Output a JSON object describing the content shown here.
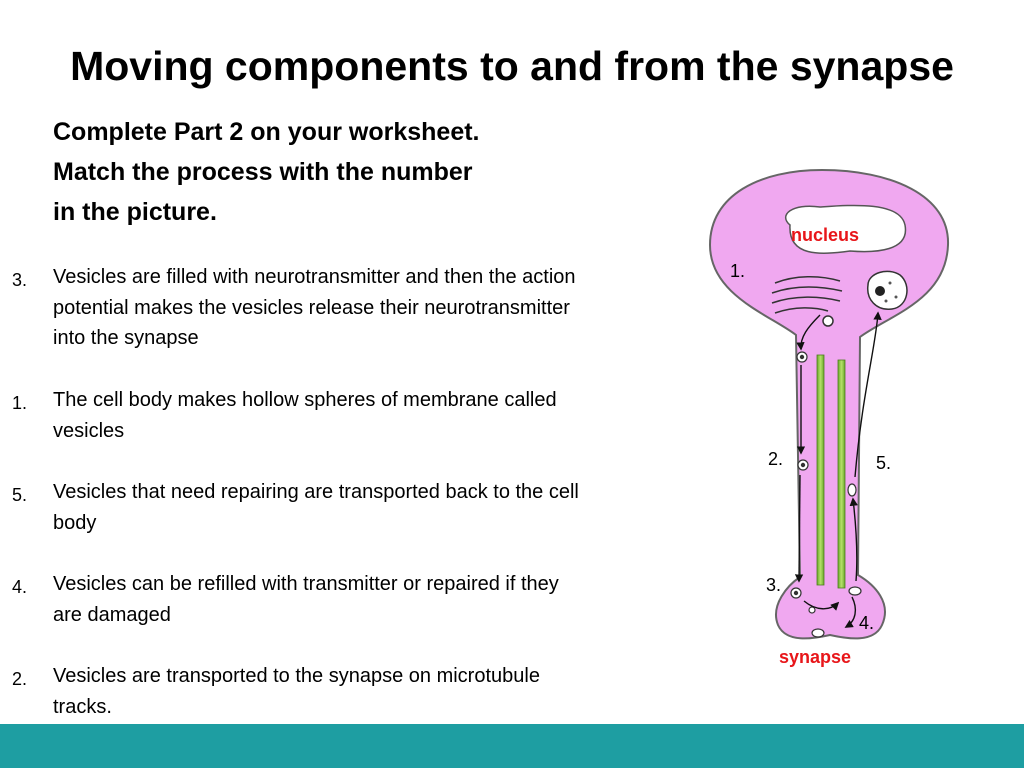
{
  "title": "Moving components to and from the synapse",
  "instructions": [
    "Complete Part 2 on your worksheet.",
    "Match the process with the number",
    "in the picture."
  ],
  "processes": [
    {
      "number": "3.",
      "text": "Vesicles are filled with neurotransmitter and then the action potential makes the vesicles release their neurotransmitter into the synapse"
    },
    {
      "number": "1.",
      "text": "The cell body makes hollow spheres of membrane called vesicles"
    },
    {
      "number": "5.",
      "text": "Vesicles that need repairing are transported back to the cell body"
    },
    {
      "number": "4.",
      "text": "Vesicles can be refilled with transmitter or repaired if they are damaged"
    },
    {
      "number": "2.",
      "text": "Vesicles are transported to the synapse on microtubule tracks."
    }
  ],
  "diagram": {
    "nucleus_label": "nucleus",
    "synapse_label": "synapse",
    "markers": [
      "1.",
      "2.",
      "3.",
      "4.",
      "5."
    ],
    "colors": {
      "cell_fill": "#f0a8f0",
      "cell_stroke": "#666666",
      "microtubule": "#8cc63f",
      "label_red": "#e8161a"
    }
  },
  "colors": {
    "footer": "#1e9ea2"
  }
}
